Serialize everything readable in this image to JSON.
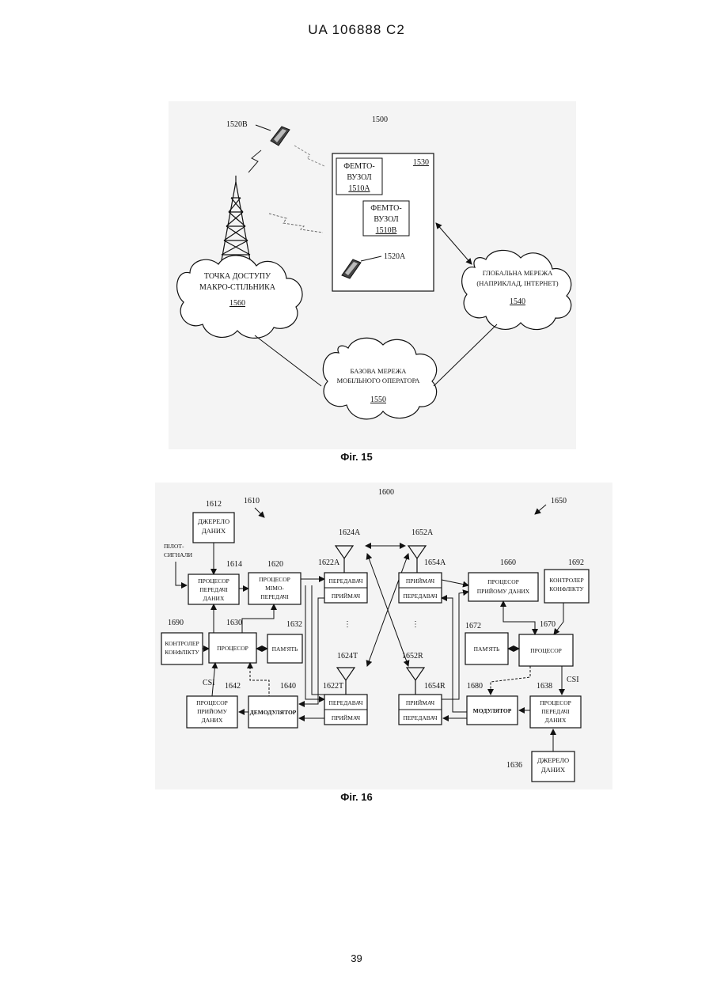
{
  "header": {
    "patent_number": "UA   106888   C2"
  },
  "page_number": "39",
  "fig15": {
    "caption": "Фіг. 15",
    "ref_system": "1500",
    "ref_phone_b": "1520B",
    "ref_phone_a": "1520A",
    "building": {
      "ref": "1530"
    },
    "femto_a": {
      "line1": "ФЕМТО-",
      "line2": "ВУЗОЛ",
      "ref": "1510A"
    },
    "femto_b": {
      "line1": "ФЕМТО-",
      "line2": "ВУЗОЛ",
      "ref": "1510B"
    },
    "macro_cloud": {
      "line1": "ТОЧКА ДОСТУПУ",
      "line2": "МАКРО-СТІЛЬНИКА",
      "ref": "1560"
    },
    "global_cloud": {
      "line1": "ГЛОБАЛЬНА МЕРЕЖА",
      "line2": "(НАПРИКЛАД, ІНТЕРНЕТ)",
      "ref": "1540"
    },
    "core_cloud": {
      "line1": "БАЗОВА МЕРЕЖА",
      "line2": "МОБІЛЬНОГО ОПЕРАТОРА",
      "ref": "1550"
    }
  },
  "fig16": {
    "caption": "Фіг. 16",
    "ref_system": "1600",
    "ref_tx_system": "1610",
    "ref_rx_system": "1650",
    "pilot_label": {
      "line1": "ПІЛОТ-",
      "line2": "СИГНАЛИ"
    },
    "csi_left": "CSI",
    "csi_right": "CSI",
    "data_source_left": {
      "ref": "1612",
      "line1": "ДЖЕРЕЛО",
      "line2": "ДАНИХ"
    },
    "tx_data_proc_left": {
      "ref": "1614",
      "line1": "ПРОЦЕСОР",
      "line2": "ПЕРЕДАЧІ",
      "line3": "ДАНИХ"
    },
    "mimo_proc": {
      "ref": "1620",
      "line1": "ПРОЦЕСОР",
      "line2": "МІМО-",
      "line3": "ПЕРЕДАЧІ"
    },
    "proc_left": {
      "ref": "1630",
      "label": "ПРОЦЕСОР"
    },
    "memory_left": {
      "ref": "1632",
      "label": "ПАМ'ЯТЬ"
    },
    "conflict_left": {
      "ref": "1690",
      "line1": "КОНТРОЛЕР",
      "line2": "КОНФЛІКТУ"
    },
    "rx_data_proc_left": {
      "ref": "1642",
      "line1": "ПРОЦЕСОР",
      "line2": "ПРИЙОМУ",
      "line3": "ДАНИХ"
    },
    "demod": {
      "ref": "1640",
      "label": "ДЕМОДУЛЯТОР"
    },
    "trx_left_top": {
      "ref": "1622A",
      "tx": "ПЕРЕДАВАЧ",
      "rx": "ПРИЙМАЧ"
    },
    "trx_left_bot": {
      "ref": "1622T",
      "tx": "ПЕРЕДАВАЧ",
      "rx": "ПРИЙМАЧ"
    },
    "ant_left_top": "1624A",
    "ant_left_bot": "1624T",
    "ant_right_top": "1652A",
    "ant_right_bot": "1652R",
    "trx_right_top": {
      "ref": "1654A",
      "rx": "ПРИЙМАЧ",
      "tx": "ПЕРЕДАВАЧ"
    },
    "trx_right_bot": {
      "ref": "1654R",
      "rx": "ПРИЙМАЧ",
      "tx": "ПЕРЕДАВАЧ"
    },
    "rx_data_proc_right": {
      "ref": "1660",
      "line1": "ПРОЦЕСОР",
      "line2": "ПРИЙОМУ ДАНИХ"
    },
    "conflict_right": {
      "ref": "1692",
      "line1": "КОНТРОЛЕР",
      "line2": "КОНФЛІКТУ"
    },
    "memory_right": {
      "ref": "1672",
      "label": "ПАМ'ЯТЬ"
    },
    "proc_right": {
      "ref": "1670",
      "label": "ПРОЦЕСОР"
    },
    "modulator": {
      "ref": "1680",
      "label": "МОДУЛЯТОР"
    },
    "tx_data_proc_right": {
      "ref": "1638",
      "line1": "ПРОЦЕСОР",
      "line2": "ПЕРЕДАЧІ",
      "line3": "ДАНИХ"
    },
    "data_source_right": {
      "ref": "1636",
      "line1": "ДЖЕРЕЛО",
      "line2": "ДАНИХ"
    }
  }
}
